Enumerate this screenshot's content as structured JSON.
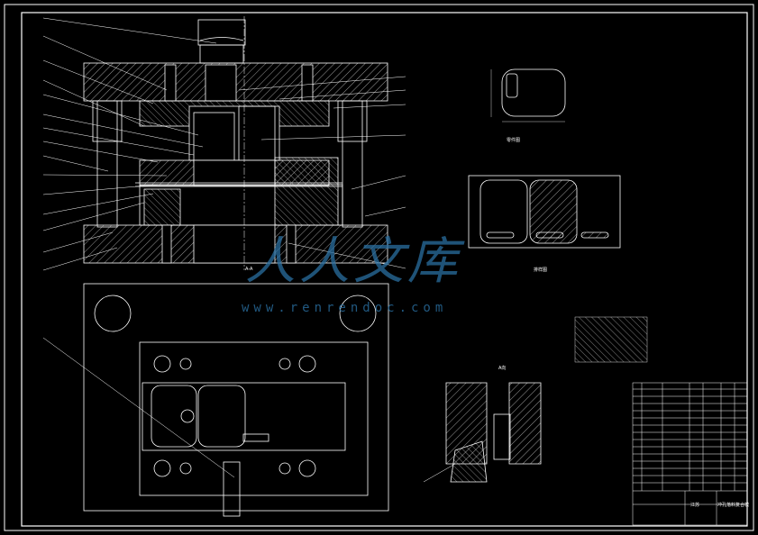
{
  "watermark": {
    "brand_text": "人人文库",
    "url_text": "www.renrendoc.com",
    "color": "#2a6fa0"
  },
  "drawing": {
    "line_color": "#ffffff",
    "background": "#000000",
    "section_a_label": "A-A",
    "view_note": "A向",
    "strip_label": "排样图",
    "part_label": "零件图",
    "title_block": {
      "company_name": "江苏",
      "drawing_title": "冲孔落料复合模"
    }
  }
}
